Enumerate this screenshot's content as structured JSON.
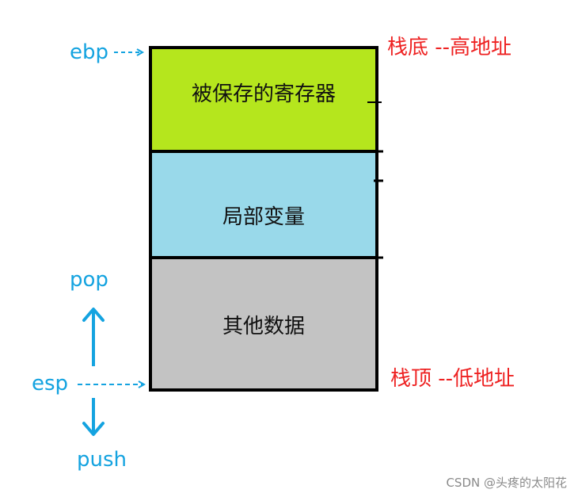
{
  "colors": {
    "saved_registers": "#b5e61d",
    "local_variables": "#99d9ea",
    "other_data": "#c3c3c3",
    "pointer_text": "#14a3e0",
    "address_text": "#ee2222",
    "border": "#000000"
  },
  "stack": {
    "segments": [
      {
        "label": "被保存的寄存器"
      },
      {
        "label": "局部变量"
      },
      {
        "label": "其他数据"
      }
    ]
  },
  "pointers": {
    "ebp": {
      "text": "ebp"
    },
    "esp": {
      "text": "esp"
    }
  },
  "directions": {
    "pop": "pop",
    "push": "push"
  },
  "addresses": {
    "bottom": "栈底 --高地址",
    "top": "栈顶 --低地址"
  },
  "watermark": "CSDN @头疼的太阳花"
}
